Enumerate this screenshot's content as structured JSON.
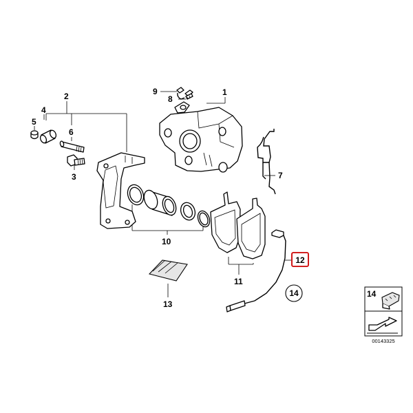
{
  "callouts": {
    "c1": "1",
    "c2": "2",
    "c3": "3",
    "c4": "4",
    "c5": "5",
    "c6": "6",
    "c7": "7",
    "c8": "8",
    "c9": "9",
    "c10": "10",
    "c11": "11",
    "c12": "12",
    "c13": "13",
    "c14": "14"
  },
  "inset": {
    "number": "14",
    "code": "00143325"
  },
  "colors": {
    "highlight_box": "#cc0000",
    "line": "#000000",
    "shade": "#e6e6e6"
  }
}
